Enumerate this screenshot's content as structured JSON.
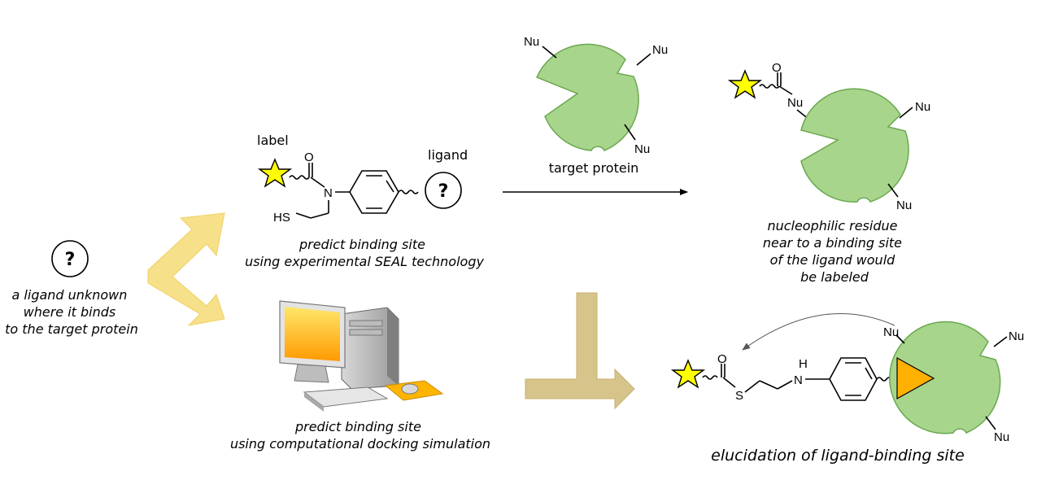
{
  "unknown_ligand": {
    "symbol": "?",
    "caption": [
      "a ligand unknown",
      "where it binds",
      "to the target protein"
    ]
  },
  "probe": {
    "label_text": "label",
    "ligand_text": "ligand",
    "ligand_symbol": "?",
    "atoms": {
      "oxygen": "O",
      "nitrogen": "N",
      "thiol": "HS"
    },
    "caption": [
      "predict binding site",
      "using experimental SEAL technology"
    ]
  },
  "docking": {
    "caption": [
      "predict binding site",
      "using computational docking simulation"
    ]
  },
  "target": {
    "caption": "target protein",
    "nu": "Nu"
  },
  "labeled": {
    "atoms": {
      "oxygen": "O",
      "nitrogen_nu": "Nu"
    },
    "nu": "Nu",
    "caption": [
      "nucleophilic residue",
      "near to a binding site",
      "of the ligand would",
      "be labeled"
    ]
  },
  "result": {
    "atoms": {
      "oxygen": "O",
      "sulfur": "S",
      "amine_h": "H",
      "amine_n": "N"
    },
    "nu": "Nu",
    "caption": "elucidation of ligand-binding site"
  },
  "colors": {
    "protein_fill": "#a8d58c",
    "protein_stroke": "#6aa84f",
    "star": "#ffff00",
    "ligand_triangle": "#ffb000",
    "yellow_arrow": "#f7e08a",
    "tan_arrow": "#d7c48a"
  }
}
